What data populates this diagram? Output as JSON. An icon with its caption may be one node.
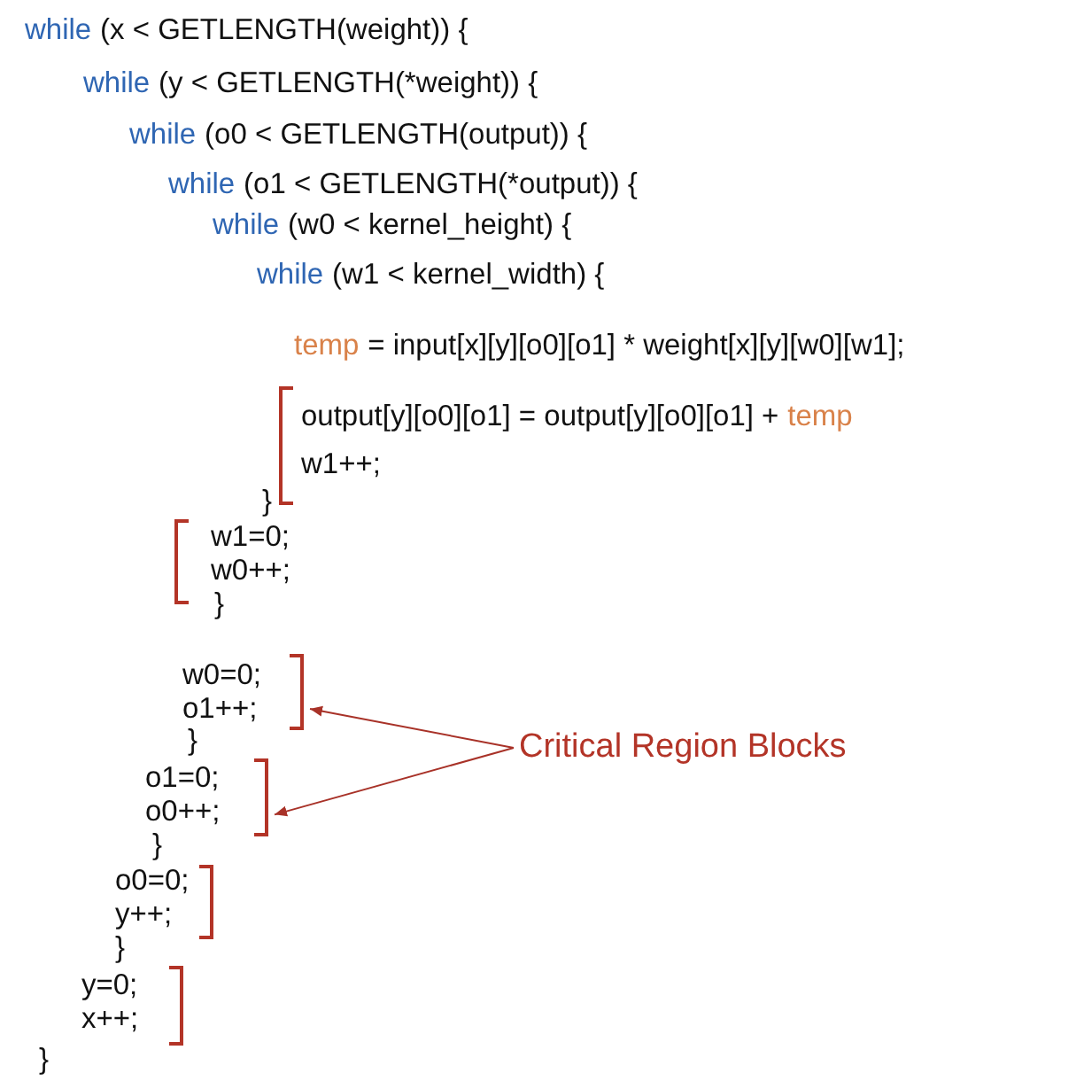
{
  "diagram": {
    "nodes": [
      {
        "text": [],
        "shape": "bracket"
      },
      {
        "text": [],
        "shape": "bracket"
      },
      {
        "text": [],
        "shape": "bracket"
      },
      {
        "text": [],
        "shape": "bracket"
      },
      {
        "text": [],
        "shape": "bracket"
      },
      {
        "text": [],
        "shape": "bracket"
      },
      {
        "text": [
          "Critical Region Blocks"
        ]
      }
    ],
    "edges": [
      {
        "from": 6,
        "to": 2,
        "arrow": "to",
        "color": "#a83228"
      },
      {
        "from": 6,
        "to": 3,
        "arrow": "to",
        "color": "#a83228"
      }
    ],
    "labels": [
      "while",
      "(x < GETLENGTH(weight)) {",
      "while",
      "(y < GETLENGTH(*weight)) {",
      "while",
      "(o0 < GETLENGTH(output)) {",
      "while",
      "(o1 < GETLENGTH(*output)) {",
      "while",
      "(w0 < kernel_height) {",
      "while",
      "(w1 < kernel_width) {",
      "temp",
      "= input[x][y][o0][o1] * weight[x][y][w0][w1];",
      "output[y][o0][o1] = output[y][o0][o1] +",
      "temp",
      "w1++;",
      "}",
      "w1=0;",
      "w0++;",
      "}",
      "w0=0;",
      "o1++;",
      "}",
      "o1=0;",
      "o0++;",
      "}",
      "o0=0;",
      "y++;",
      "}",
      "y=0;",
      "x++;",
      "}"
    ]
  }
}
